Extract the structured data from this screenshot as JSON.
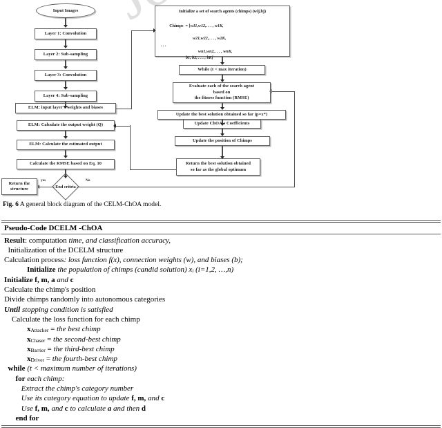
{
  "watermark": {
    "text": "Journal Pre-proof"
  },
  "figure": {
    "nodes": {
      "input_images": "Input Images",
      "layer1": "Layer 1: Convolution",
      "layer2": "Layer 2: Sub-sampling",
      "layer3": "Layer 3: Convolution",
      "layer4": "Layer 4: Sub-sampling",
      "elm_input": "ELM: input layer's weights and biases",
      "elm_output_weight": "ELM: Calculate the output weight (Q)",
      "elm_estimated": "ELM: Calculate the estimated output",
      "calc_rmse": "Calculate the RMSE based on Eq. 10",
      "end_criteria": "End critria",
      "return_structure": "Return the structure",
      "while_iter": "While (t < max iteration)",
      "evaluate_agent": "Evaluate each of the search agent\nbased on\nthe fitness function (RMSE)",
      "update_best": "Update the best solution obtained so far (p=x*)",
      "update_coeff": "Update ChOA's Coefficients",
      "update_position": "Update the position of Chimps",
      "return_best": "Return the best solution obtained\nso far as the global optimum"
    },
    "init_box": {
      "title": "Initialize a set of search agents (chimps) (wij,bj)",
      "lead": "Chimps  = [",
      "rows": [
        "w11,w12,. . . , w1K,",
        "w21,w22,. . . , w2K,",
        ". . .",
        "wn1,wn2,. . . , wnK,",
        "b1, b2, . . . , bK]"
      ]
    },
    "edge_labels": {
      "yes": "yes",
      "no": "No"
    }
  },
  "caption": {
    "label": "Fig. 6",
    "text": "A general block diagram of  the  CELM-ChOA model."
  },
  "pseudocode": {
    "title": "Pseudo-Code DCELM -ChOA",
    "lines": [
      "Result: computation time, and classification accuracy,",
      "  Initialization of the DCELM structure",
      "Calculation process: loss function f(x), connection weights (w), and biases (b);",
      "            Initialize the population of chimps (candid solution) xi (i=1,2, …,n)",
      "Initialize f, m, a and c",
      "Calculate the chimp's position",
      "Divide chimps randomly into autonomous categories",
      "Until stopping condition is satisfied",
      "    Calculate the loss function for each chimp",
      "        xAttacker = the best chimp",
      "        xChaser = the second-best chimp",
      "        xBarrier = the third-best chimp",
      "        xDriver = the fourth-best chimp",
      "    while (t < maximum number of iterations)",
      "        for each chimp:",
      "            Extract the chimp's category number",
      "            Use its category equation to update f, m, and c",
      "            Use f, m, and c to calculate a and then d",
      "        end for"
    ]
  }
}
